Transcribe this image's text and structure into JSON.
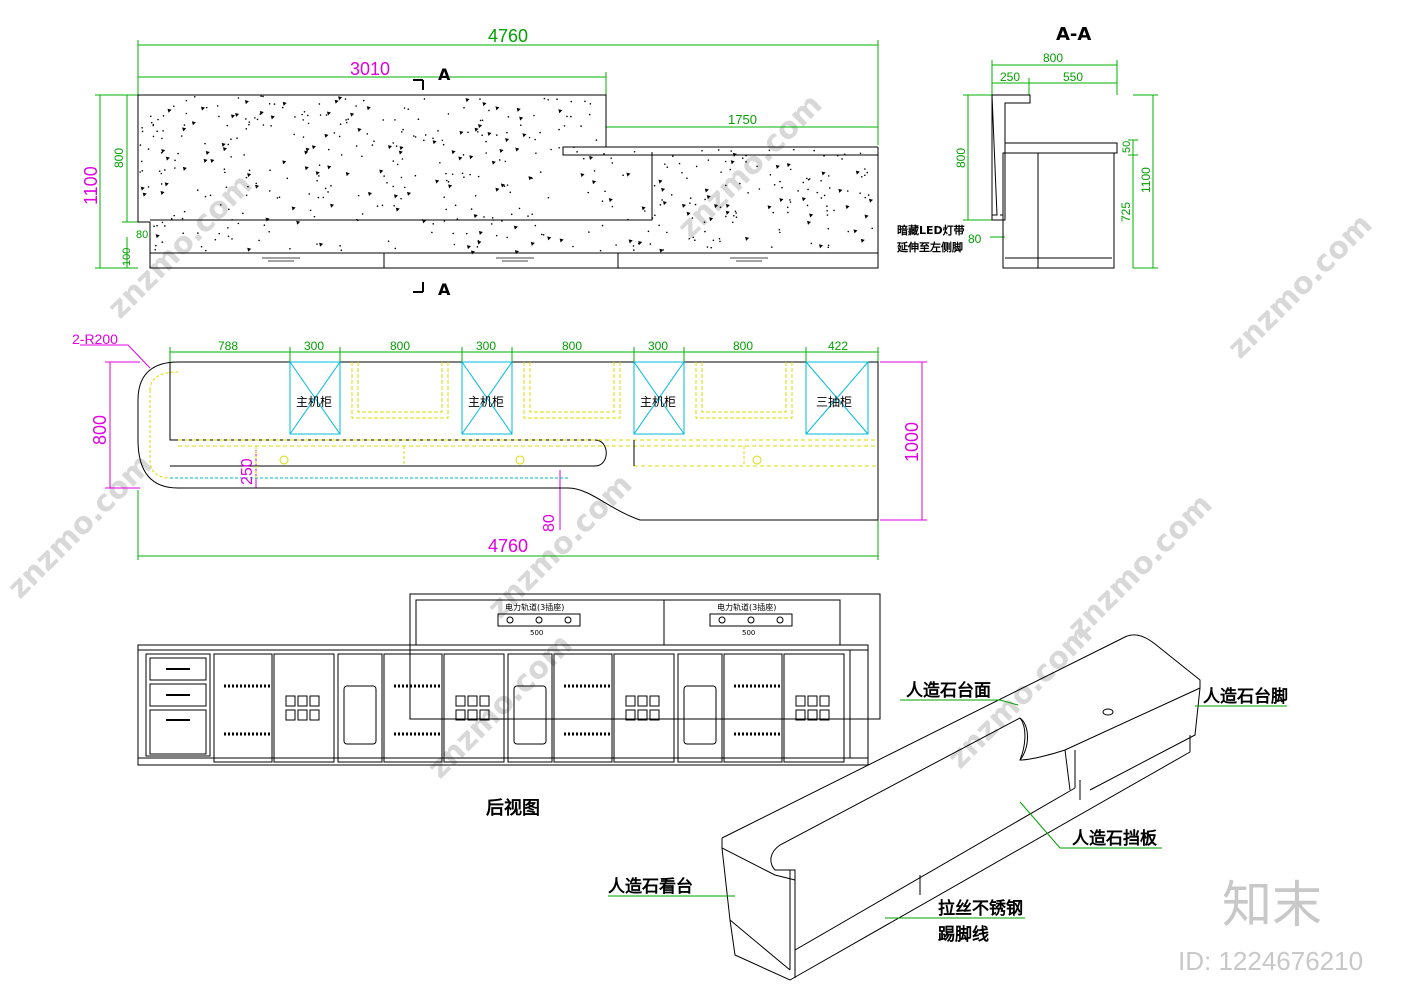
{
  "front_view": {
    "dim_total": "4760",
    "dim_upper": "3010",
    "dim_lower": "1750",
    "dim_height_total": "1100",
    "dim_height_upper": "800",
    "dim_80": "80",
    "dim_100": "100",
    "section_mark": "A"
  },
  "section_view": {
    "title": "A-A",
    "dim_width": "800",
    "dim_250": "250",
    "dim_550": "550",
    "dim_800": "800",
    "dim_50": "50",
    "dim_1100": "1100",
    "dim_725": "725",
    "dim_80": "80",
    "led_note_line1": "暗藏LED灯带",
    "led_note_line2": "延伸至左侧脚"
  },
  "plan_view": {
    "radius_label": "2-R200",
    "segments": [
      "788",
      "300",
      "800",
      "300",
      "800",
      "300",
      "800",
      "422"
    ],
    "cabinets": [
      "主机柜",
      "主机柜",
      "主机柜",
      "三抽柜"
    ],
    "dim_800": "800",
    "dim_1000": "1000",
    "dim_250": "250",
    "dim_80": "80",
    "dim_total": "4760"
  },
  "rear_view": {
    "rail_label_1": "电力轨道(3插座)",
    "rail_label_2": "电力轨道(3插座)",
    "rail_dim_1": "500",
    "rail_dim_2": "500",
    "caption": "后视图"
  },
  "iso_view": {
    "label_top": "人造石台面",
    "label_leg": "人造石台脚",
    "label_panel": "人造石挡板",
    "label_counter": "人造石看台",
    "label_kick_1": "拉丝不锈钢",
    "label_kick_2": "踢脚线"
  },
  "watermark": {
    "site": "znzmo.com",
    "brand": "知末",
    "id": "ID: 1224676210"
  }
}
